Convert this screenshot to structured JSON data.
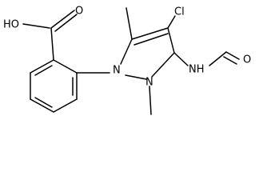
{
  "molecule": {
    "labels": {
      "hydroxyl": "HO",
      "carbonyl_o": "O",
      "chlorine": "Cl",
      "n1": "N",
      "n2": "N",
      "nh": "NH",
      "formyl_o": "O"
    },
    "colors": {
      "bond": "#000000",
      "text": "#000000",
      "background": "#ffffff"
    }
  }
}
